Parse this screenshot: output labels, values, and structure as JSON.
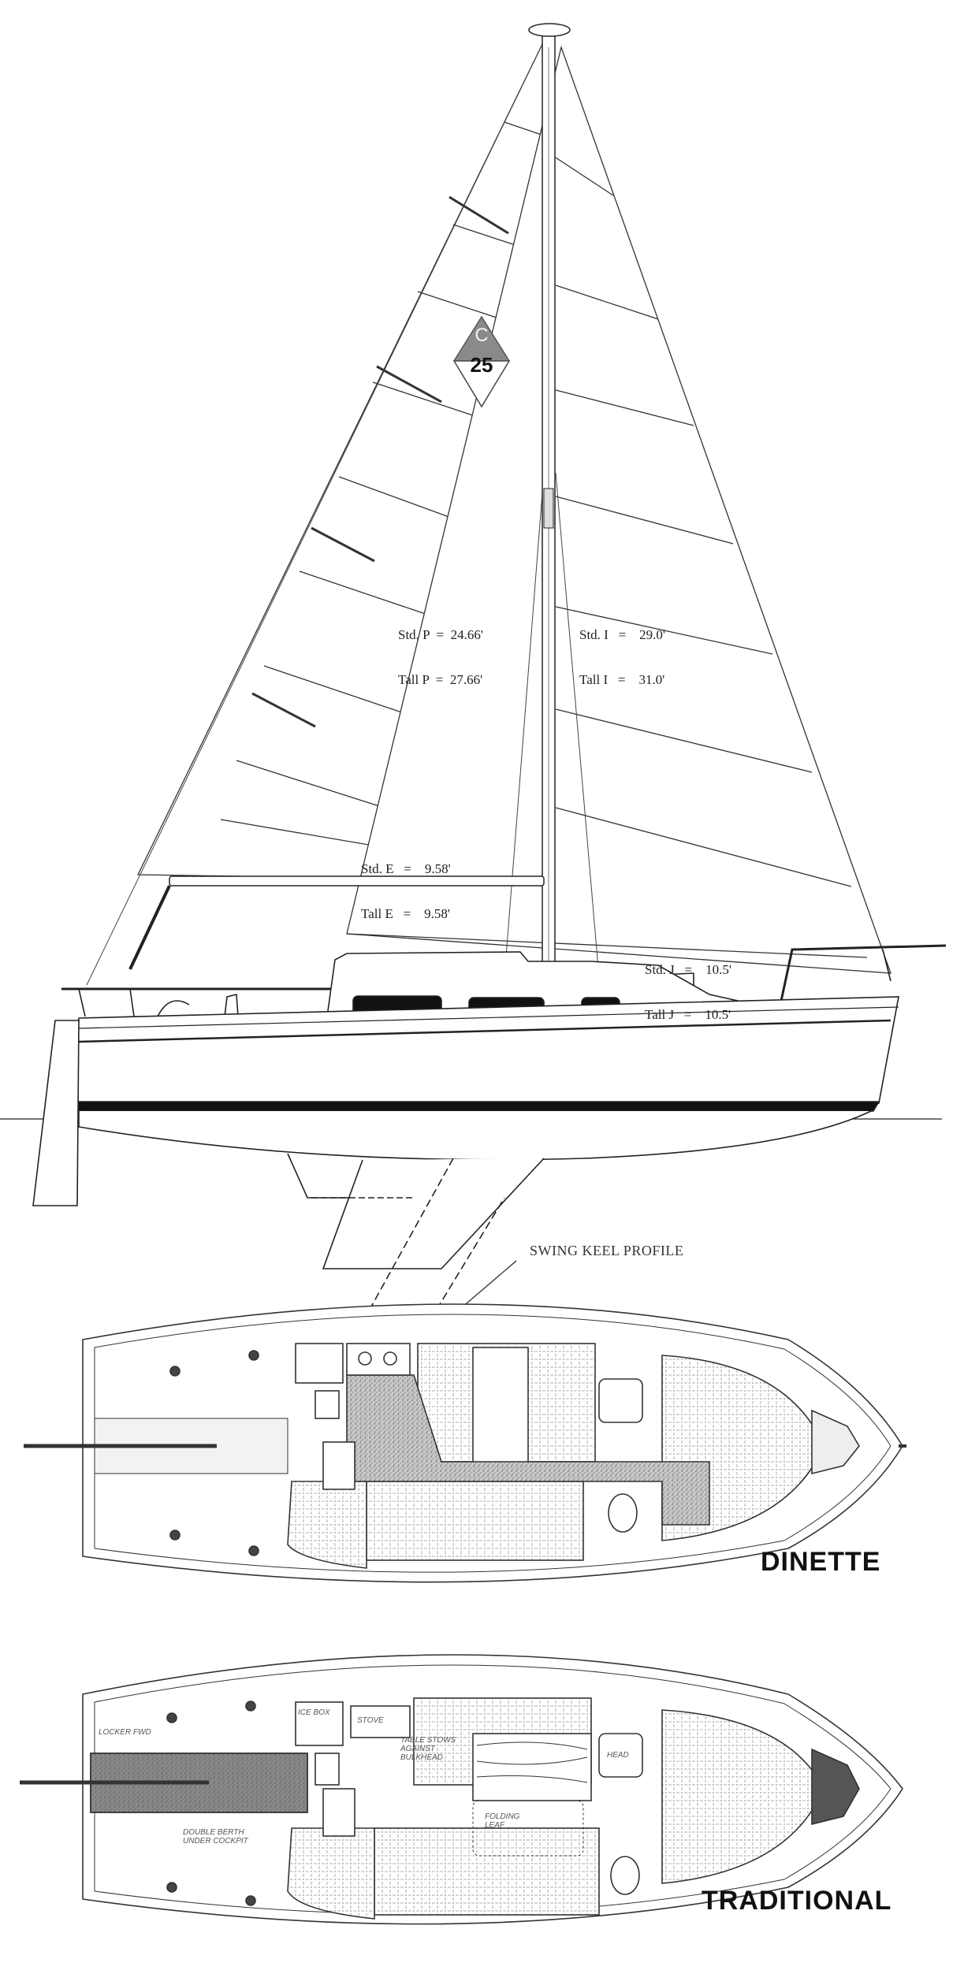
{
  "rig_dimensions": {
    "P": {
      "std": "Std. P  =  24.66'",
      "tall": "Tall P  =  27.66'"
    },
    "I": {
      "std": "Std. I   =    29.0'",
      "tall": "Tall I   =    31.0'"
    },
    "E": {
      "std": "Std. E   =    9.58'",
      "tall": "Tall E   =    9.58'"
    },
    "J": {
      "std": "Std. J   =    10.5'",
      "tall": "Tall J   =    10.5'"
    }
  },
  "sail_insignia": {
    "letter": "C",
    "number": "25",
    "color": "#8a8a8a"
  },
  "keel_label": "SWING KEEL PROFILE",
  "layouts": {
    "dinette": {
      "label": "DINETTE"
    },
    "traditional": {
      "label": "TRADITIONAL",
      "notes": {
        "icebox": "ICE BOX",
        "stove": "STOVE",
        "head": "HEAD",
        "table": "TABLE STOWS AGAINST BULKHEAD",
        "leaf": "FOLDING LEAF",
        "locker": "LOCKER FWD",
        "berth": "DOUBLE BERTH UNDER COCKPIT"
      }
    }
  },
  "colors": {
    "line": "#222222",
    "fill_dark": "#555555",
    "background": "#ffffff"
  }
}
